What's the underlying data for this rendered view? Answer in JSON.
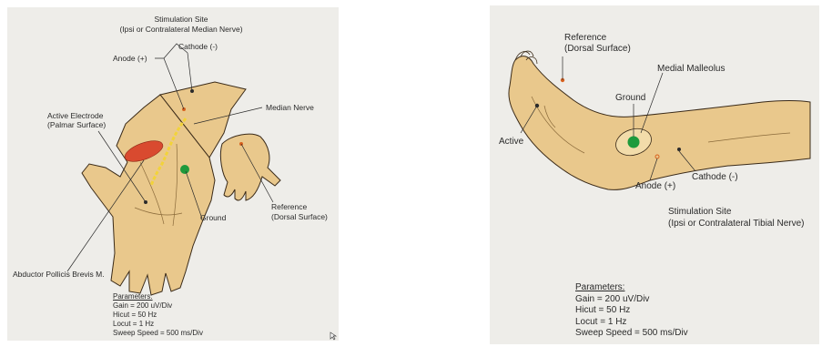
{
  "left_panel": {
    "stimulation_site": "Stimulation Site",
    "stimulation_site_sub": "(Ipsi or Contralateral Median Nerve)",
    "cathode": "Cathode (-)",
    "anode": "Anode (+)",
    "median_nerve": "Median Nerve",
    "active_electrode": "Active Electrode",
    "active_electrode_sub": "(Palmar Surface)",
    "ground": "Ground",
    "reference": "Reference",
    "reference_sub": "(Dorsal Surface)",
    "muscle": "Abductor Pollicis Brevis M.",
    "parameters": {
      "heading": "Parameters:",
      "gain": "Gain = 200 uV/Div",
      "hicut": "Hicut = 50 Hz",
      "locut": "Locut = 1 Hz",
      "sweep": "Sweep Speed = 500 ms/Div"
    }
  },
  "right_panel": {
    "reference": "Reference",
    "reference_sub": "(Dorsal Surface)",
    "medial_malleolus": "Medial Malleolus",
    "ground": "Ground",
    "active": "Active",
    "cathode": "Cathode (-)",
    "anode": "Anode (+)",
    "stimulation_site": "Stimulation Site",
    "stimulation_site_sub": "(Ipsi or Contralateral Tibial Nerve)",
    "parameters": {
      "heading": "Parameters:",
      "gain": "Gain = 200 uV/Div",
      "hicut": "Hicut = 50 Hz",
      "locut": "Locut = 1 Hz",
      "sweep": "Sweep Speed = 500 ms/Div"
    }
  },
  "colors": {
    "skin": "#e9c88c",
    "skin_shadow": "#d6ab64",
    "outline": "#3a2a18",
    "muscle": "#d94a2f",
    "nerve": "#f2d33a",
    "ground_electrode": "#1f9a3c",
    "anode_electrode": "#d9621f",
    "panel_bg": "#eeede9"
  }
}
